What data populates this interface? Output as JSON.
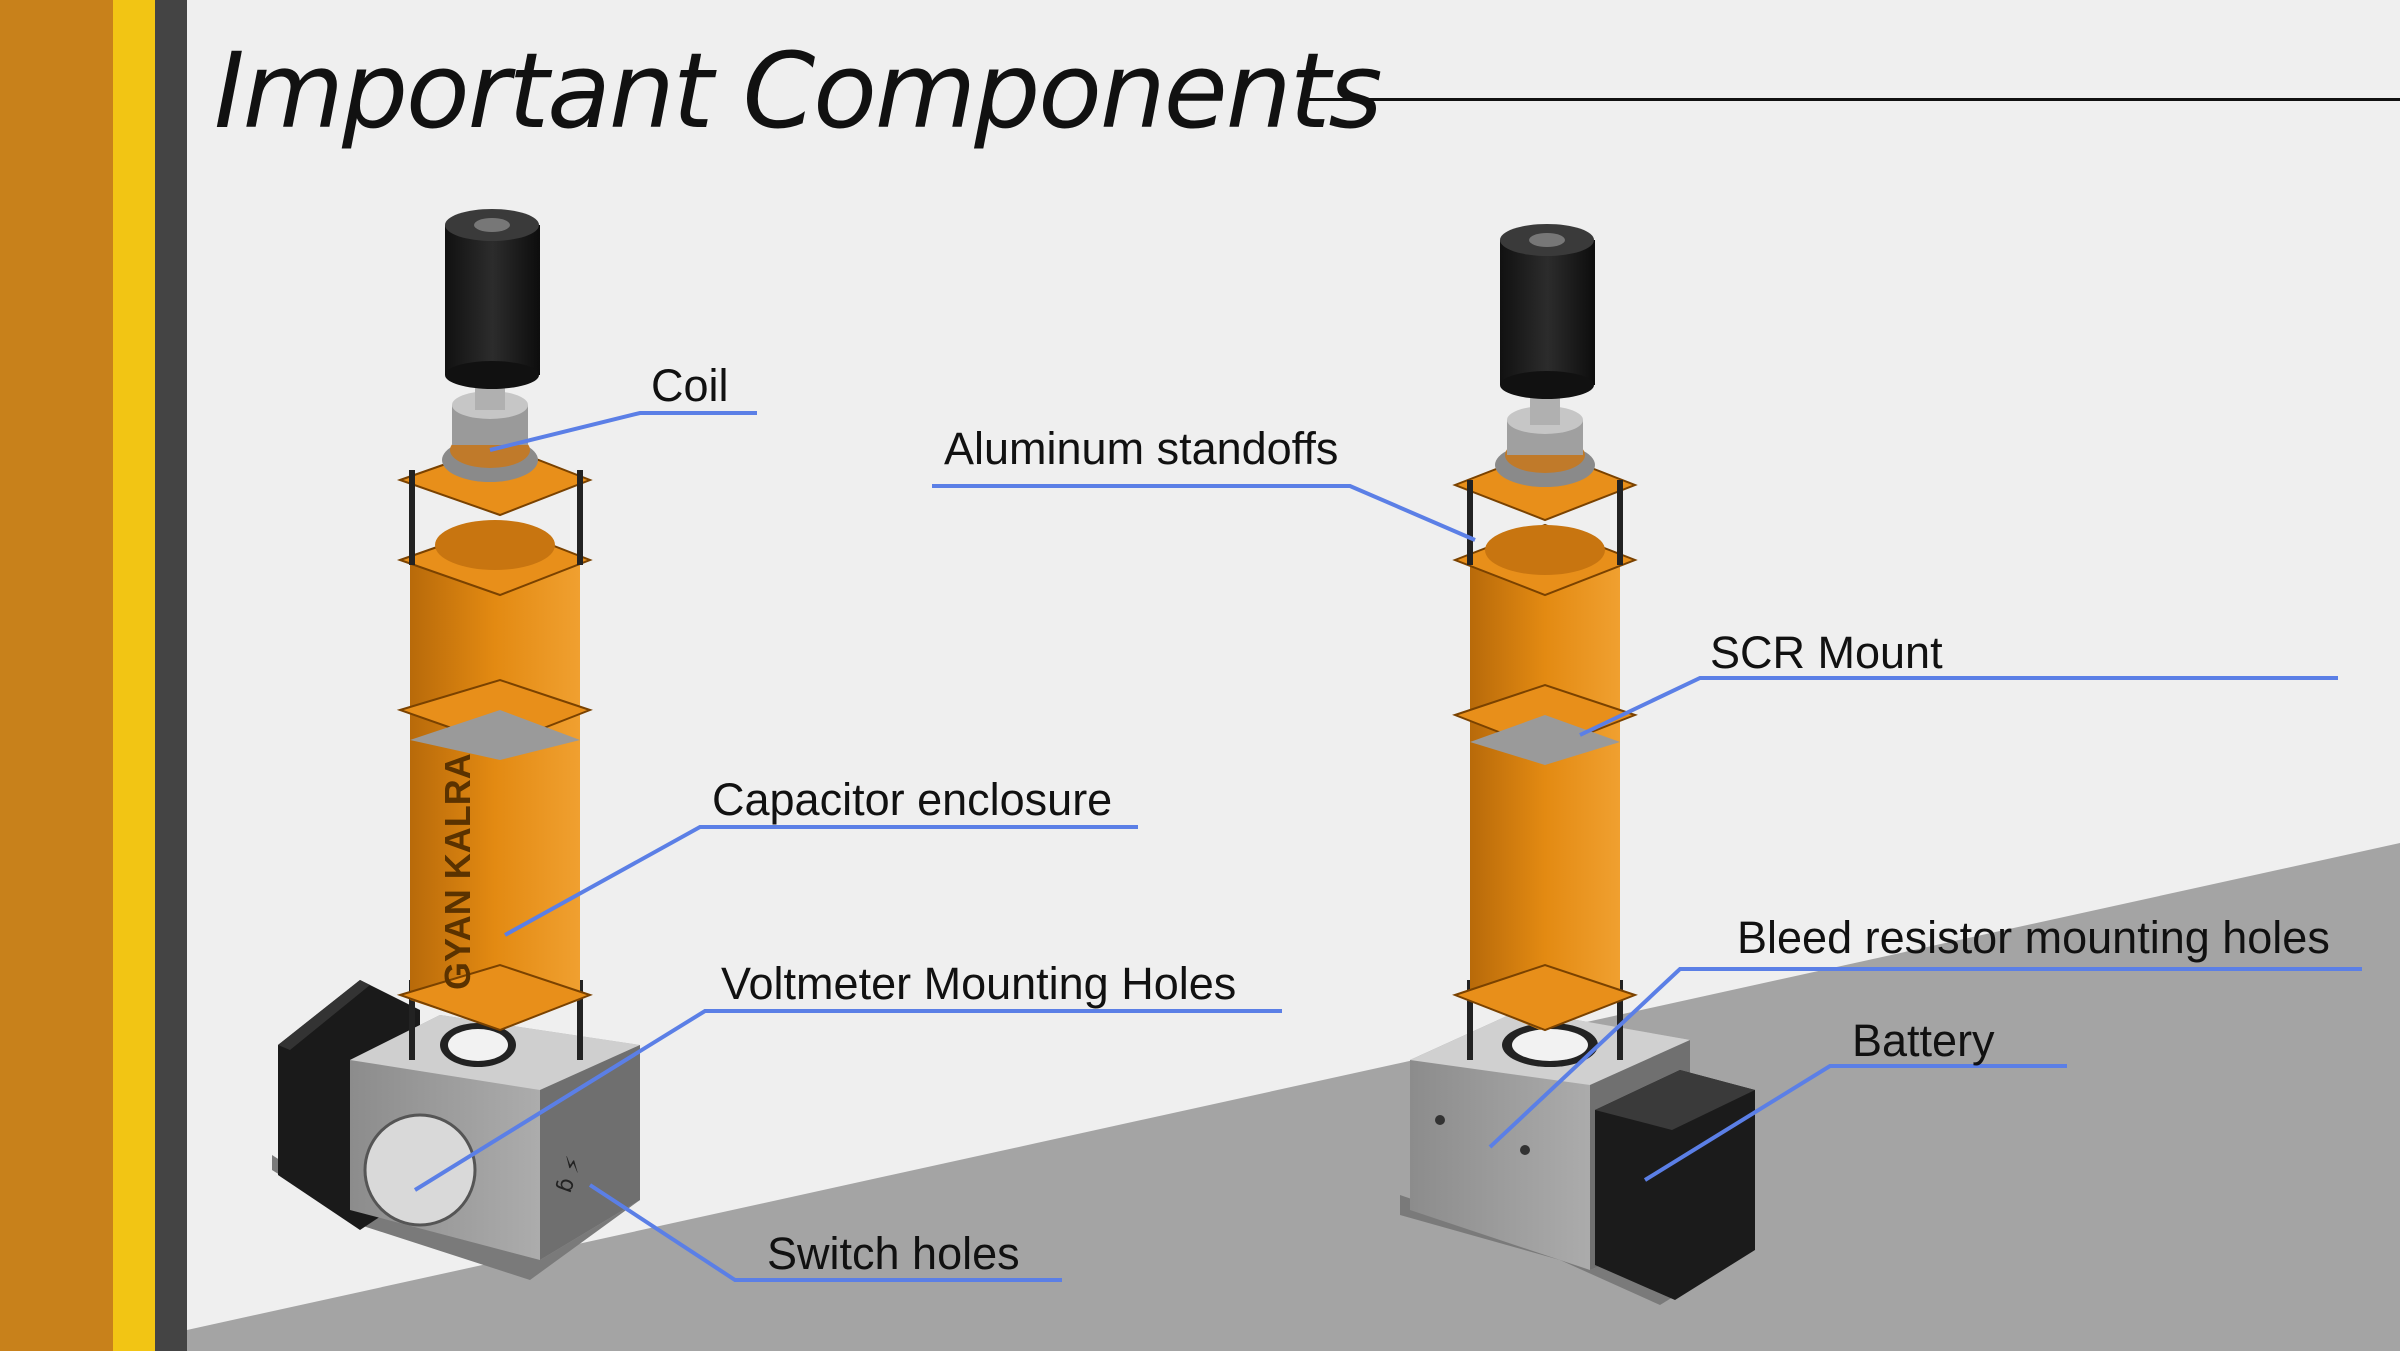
{
  "slide": {
    "title": "Important Components"
  },
  "labels": {
    "coil": "Coil",
    "aluminum_standoffs": "Aluminum standoffs",
    "scr_mount": "SCR Mount",
    "capacitor_enclosure": "Capacitor enclosure",
    "voltmeter_mounting_holes": "Voltmeter Mounting Holes",
    "bleed_resistor_mounting_holes": "Bleed resistor mounting holes",
    "battery": "Battery",
    "switch_holes": "Switch holes"
  },
  "model_engraving": "GYAN KALRA",
  "colors": {
    "stripe_orange": "#c8811b",
    "stripe_yellow": "#f2c514",
    "stripe_gray": "#444444",
    "leader_blue": "#5b7fe6",
    "body_orange": "#e38a12",
    "floor_gray": "#a4a4a4"
  }
}
